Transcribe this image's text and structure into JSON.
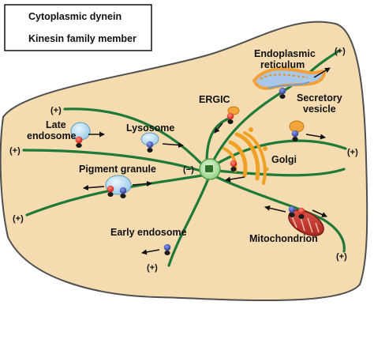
{
  "legend": {
    "dynein": "Cytoplasmic dynein",
    "kinesin": "Kinesin family member"
  },
  "labels": {
    "er_line1": "Endoplasmic",
    "er_line2": "reticulum",
    "ergic": "ERGIC",
    "secretory_line1": "Secretory",
    "secretory_line2": "vesicle",
    "late_endo_line1": "Late",
    "late_endo_line2": "endosome",
    "lysosome": "Lysosome",
    "golgi": "Golgi",
    "pigment": "Pigment granule",
    "early_endo": "Early endosome",
    "mito": "Mitochondrion"
  },
  "ends": {
    "plus": "(+)",
    "minus": "(−)"
  },
  "colors": {
    "cell_fill": "#f4dcb0",
    "cell_stroke": "#5a5a5a",
    "microtubule": "#1f7a3a",
    "dynein": "#d22a1e",
    "kinesin": "#3b4aa8",
    "motor_body": "#1a1a1a",
    "vesicle": "#b9dcf2",
    "golgi": "#f0a022",
    "mitochondrion": "#c9342c",
    "er": "#8fb8e0",
    "centrosome": "#b7e0a8"
  }
}
